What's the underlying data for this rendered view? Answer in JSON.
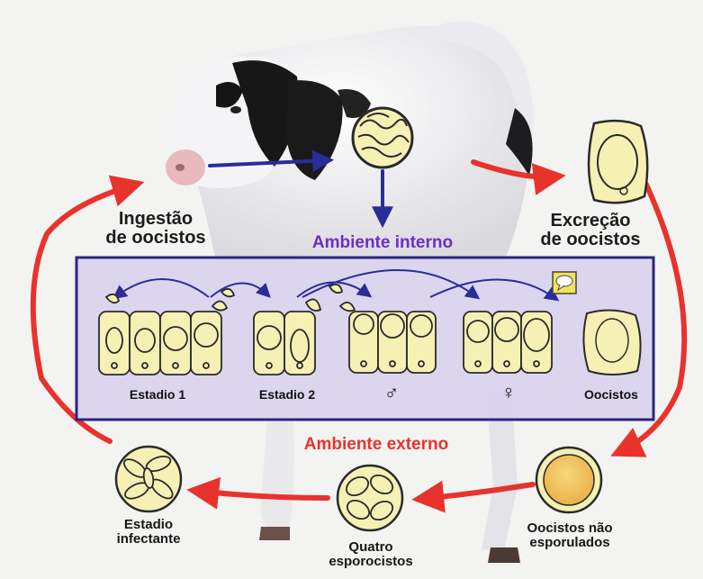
{
  "diagram": {
    "labels": {
      "ingestion": [
        "Ingestão",
        "de oocistos"
      ],
      "excretion": [
        "Excreção",
        "de oocistos"
      ],
      "internal_environment": "Ambiente interno",
      "external_environment": "Ambiente externo",
      "stage1": "Estadio 1",
      "stage2": "Estadio 2",
      "male_symbol": "♂",
      "female_symbol": "♀",
      "oocysts": "Oocistos",
      "infective_stage": [
        "Estadio",
        "infectante"
      ],
      "four_sporocysts": [
        "Quatro",
        "esporocistos"
      ],
      "unsporulated_oocysts": [
        "Oocistos não",
        "esporulados"
      ]
    },
    "colors": {
      "red_arrow": "#e8332d",
      "blue_arrow": "#2a2c9a",
      "panel_fill": "#d9d3ee",
      "panel_border": "#2b2580",
      "cell_fill": "#f6f0b5",
      "outline": "#2a2a2a",
      "internal_text": "#6b2fc8",
      "external_text": "#e8332d",
      "yolk": "#f1c75c"
    },
    "icons": [
      "calf-image",
      "intestine-icon",
      "oocyst-icon",
      "speech-bubble-icon"
    ]
  }
}
